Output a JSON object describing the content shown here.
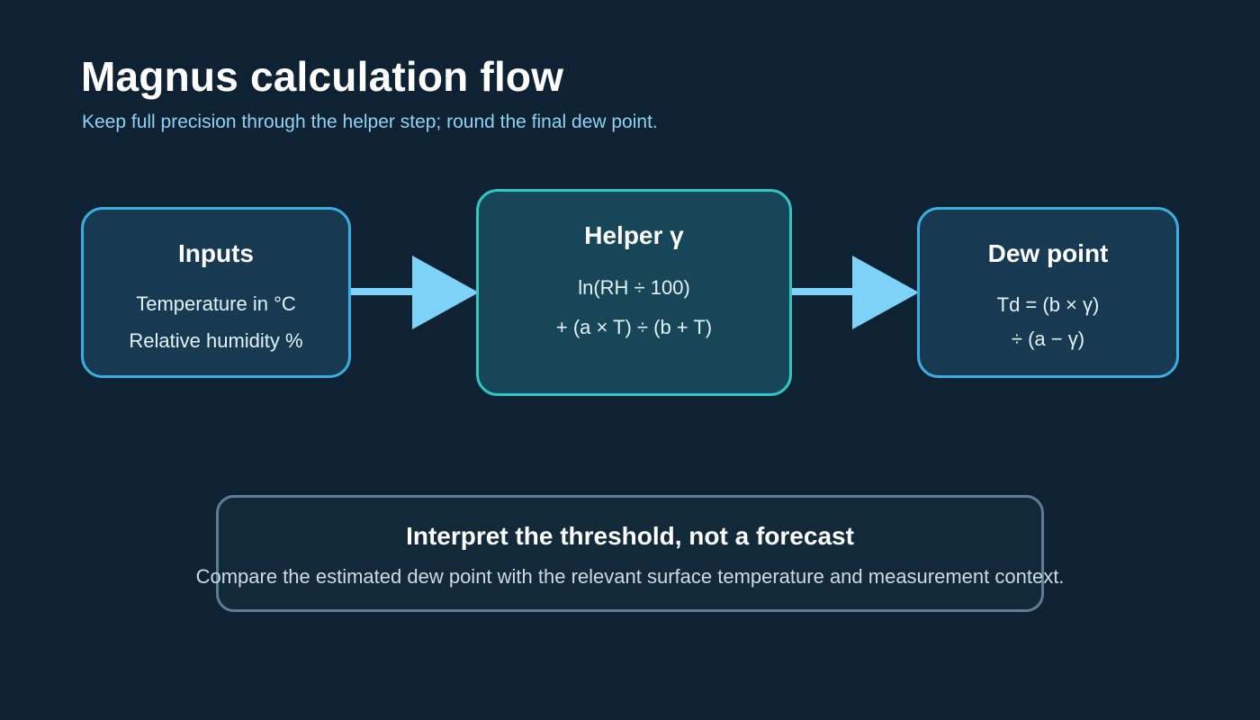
{
  "header": {
    "title": "Magnus calculation flow",
    "subtitle": "Keep full precision through the helper step; round the final dew point."
  },
  "flow": {
    "inputs": {
      "title": "Inputs",
      "lines": [
        "Temperature in °C",
        "Relative humidity %"
      ]
    },
    "helper": {
      "title": "Helper γ",
      "lines": [
        "ln(RH ÷ 100)",
        "+ (a × T) ÷ (b + T)"
      ]
    },
    "dew_point": {
      "title": "Dew point",
      "lines": [
        "Td = (b × γ)",
        "÷ (a − γ)"
      ]
    }
  },
  "note": {
    "title": "Interpret the threshold, not a forecast",
    "text": "Compare the estimated dew point with the relevant surface temperature and measurement context."
  },
  "colors": {
    "background": "#0f2233",
    "box_border": "#3aaee0",
    "helper_border": "#2fc7bf",
    "arrow": "#7dd3f7",
    "subtitle": "#8fd3f4"
  }
}
